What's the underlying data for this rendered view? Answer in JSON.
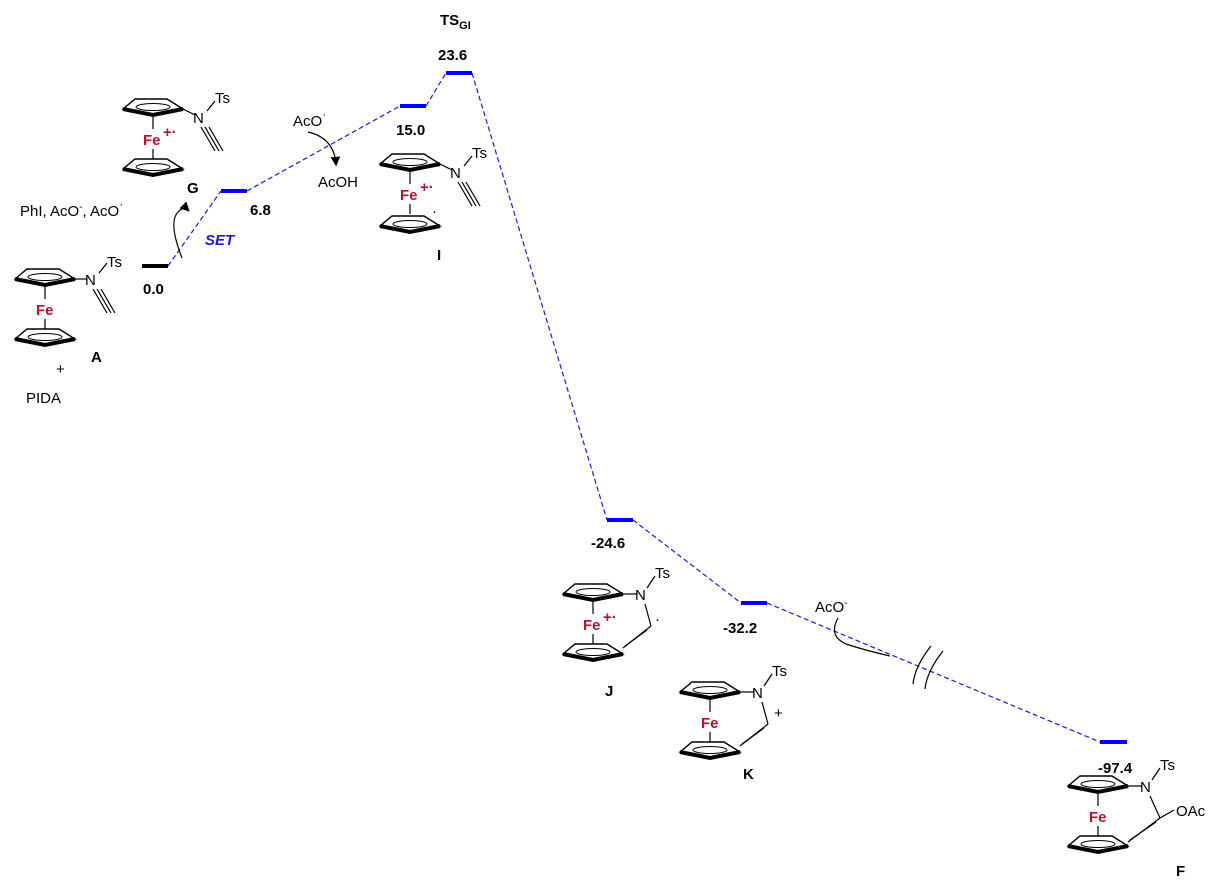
{
  "colors": {
    "level": "#0000ff",
    "start_level": "#000000",
    "connector": "#1a1adc",
    "iron": "#b5122e"
  },
  "energies": {
    "A": "0.0",
    "G": "6.8",
    "I": "15.0",
    "TS": "23.6",
    "J": "-24.6",
    "K": "-32.2",
    "F": "-97.4"
  },
  "labels": {
    "ts_main": "TS",
    "ts_sub": "GI",
    "A": "A",
    "G": "G",
    "I": "I",
    "J": "J",
    "K": "K",
    "F": "F",
    "plus": "+",
    "pida": "PIDA",
    "set": "SET",
    "byproducts": "PhI, AcO",
    "byproducts_mid": ", AcO",
    "aco": "AcO",
    "acoh": "AcOH",
    "aco2": "AcO",
    "minus": "-",
    "dot": "·"
  },
  "structure": {
    "ts": "Ts",
    "n": "N",
    "fe": "Fe",
    "fe_cation": "Fe",
    "charge": "+·",
    "plus": "+",
    "oac": "OAc",
    "radical": "·"
  }
}
